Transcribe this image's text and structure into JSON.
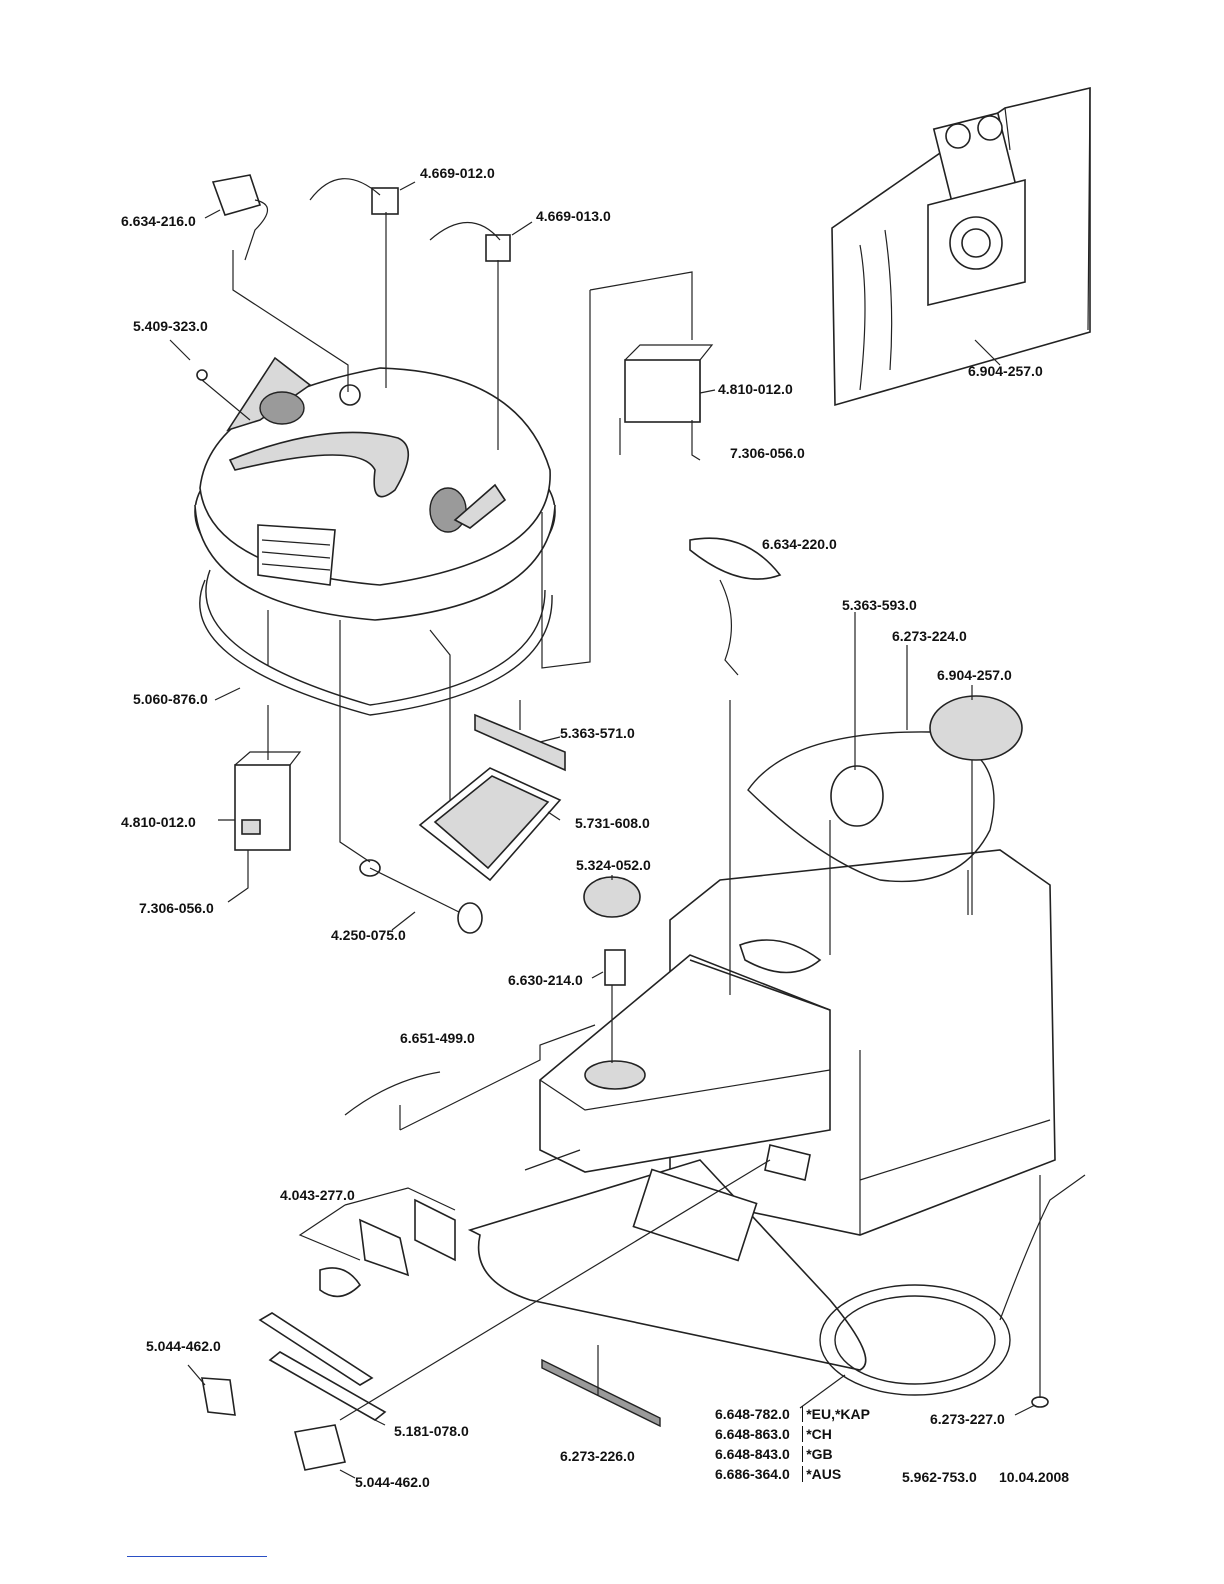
{
  "labels": {
    "p6634216": "6.634-216.0",
    "p4669012": "4.669-012.0",
    "p4669013": "4.669-013.0",
    "p5409323": "5.409-323.0",
    "p4810012_top": "4.810-012.0",
    "p7306056_top": "7.306-056.0",
    "p6904257_bag": "6.904-257.0",
    "p6634220": "6.634-220.0",
    "p5363593": "5.363-593.0",
    "p6273224": "6.273-224.0",
    "p6904257_filter": "6.904-257.0",
    "p5060876": "5.060-876.0",
    "p5363571": "5.363-571.0",
    "p4810012_left": "4.810-012.0",
    "p5731608": "5.731-608.0",
    "p5324052": "5.324-052.0",
    "p7306056_left": "7.306-056.0",
    "p4250075": "4.250-075.0",
    "p6630214": "6.630-214.0",
    "p6651499": "6.651-499.0",
    "p4043277": "4.043-277.0",
    "p5044462_a": "5.044-462.0",
    "p5181078": "5.181-078.0",
    "p5044462_b": "5.044-462.0",
    "p6273226": "6.273-226.0",
    "p6273227": "6.273-227.0"
  },
  "cable_variants": [
    {
      "part": "6.648-782.0",
      "region": "*EU,*KAP"
    },
    {
      "part": "6.648-863.0",
      "region": "*CH"
    },
    {
      "part": "6.648-843.0",
      "region": "*GB"
    },
    {
      "part": "6.686-364.0",
      "region": "*AUS"
    }
  ],
  "footer": {
    "doc_number": "5.962-753.0",
    "date": "10.04.2008"
  }
}
